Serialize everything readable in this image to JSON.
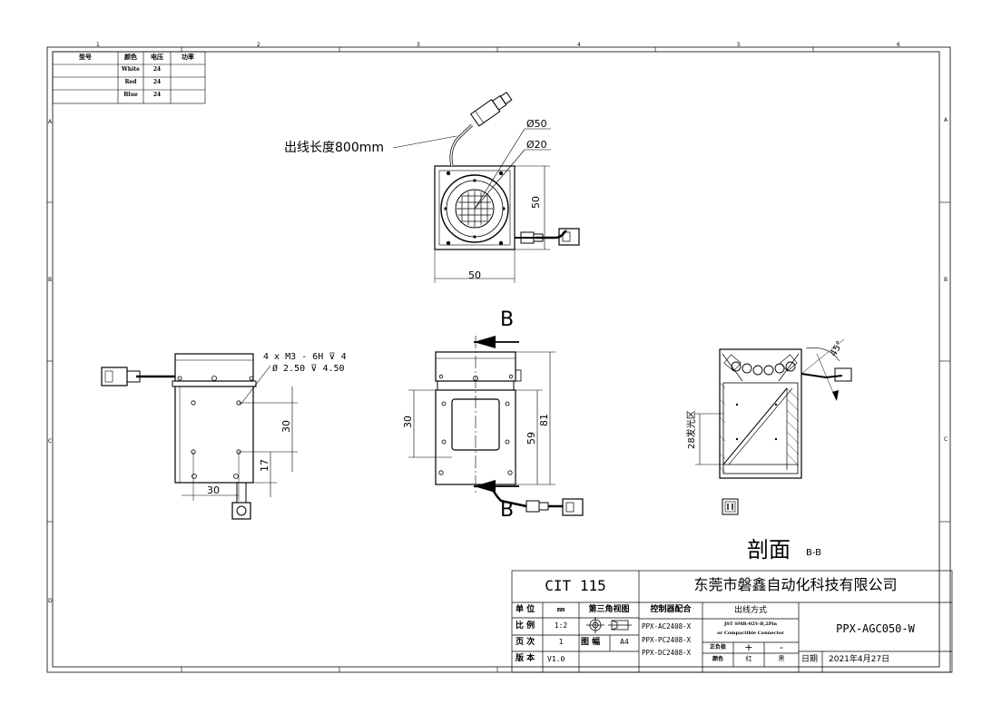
{
  "zones": {
    "top": [
      "1",
      "2",
      "3",
      "4",
      "5",
      "6"
    ],
    "left": [
      "A",
      "B",
      "C",
      "D"
    ],
    "right": [
      "A",
      "B",
      "C"
    ]
  },
  "color_table": {
    "headers": [
      "型号",
      "颜色",
      "电压",
      "功率"
    ],
    "rows": [
      {
        "color": "White",
        "voltage": "24"
      },
      {
        "color": "Red",
        "voltage": "24"
      },
      {
        "color": "Blue",
        "voltage": "24"
      }
    ]
  },
  "top_view": {
    "cable_note": "出线长度800mm",
    "dia_outer": "Ø50",
    "dia_inner": "Ø20",
    "height": "50",
    "width": "50"
  },
  "side_view": {
    "hole_note_1": "4 x  M3 - 6H ⊽ 4",
    "hole_note_2": "Ø 2.50 ⊽ 4.50",
    "dim_30_v": "30",
    "dim_17": "17",
    "dim_30_h": "30"
  },
  "front_view": {
    "section_top": "B",
    "section_bottom": "B",
    "dim_30": "30",
    "dim_59": "59",
    "dim_81": "81"
  },
  "section_view": {
    "angle": "45°",
    "glow_zone": "28发光区",
    "title": "剖面",
    "title_suffix": "B-B"
  },
  "title_block": {
    "product": "CIT 115",
    "company": "东莞市磐鑫自动化科技有限公司",
    "unit_label": "单 位",
    "unit_value": "mm",
    "scale_label": "比 例",
    "scale_value": "1:2",
    "page_label": "页 次",
    "page_value": "1",
    "version_label": "版 本",
    "version_value": "V1.0",
    "projection": "第三角视图",
    "paper_label": "图  幅",
    "paper_value": "A4",
    "controller_title": "控制器配合",
    "controllers": [
      "PPX-AC2408-X",
      "PPX-PC2408-X",
      "PPX-DC2408-X"
    ],
    "outlet_title": "出线方式",
    "outlet_line1": "JST SMR-02V-B,2Pin",
    "outlet_line2": "or Compactible Connector",
    "pole_label": "正负极",
    "plus": "+",
    "minus": "-",
    "color_label": "颜色",
    "red": "红",
    "black": "黑",
    "model": "PPX-AGC050-W",
    "date_label": "日期",
    "date_value": "2021年4月27日"
  }
}
